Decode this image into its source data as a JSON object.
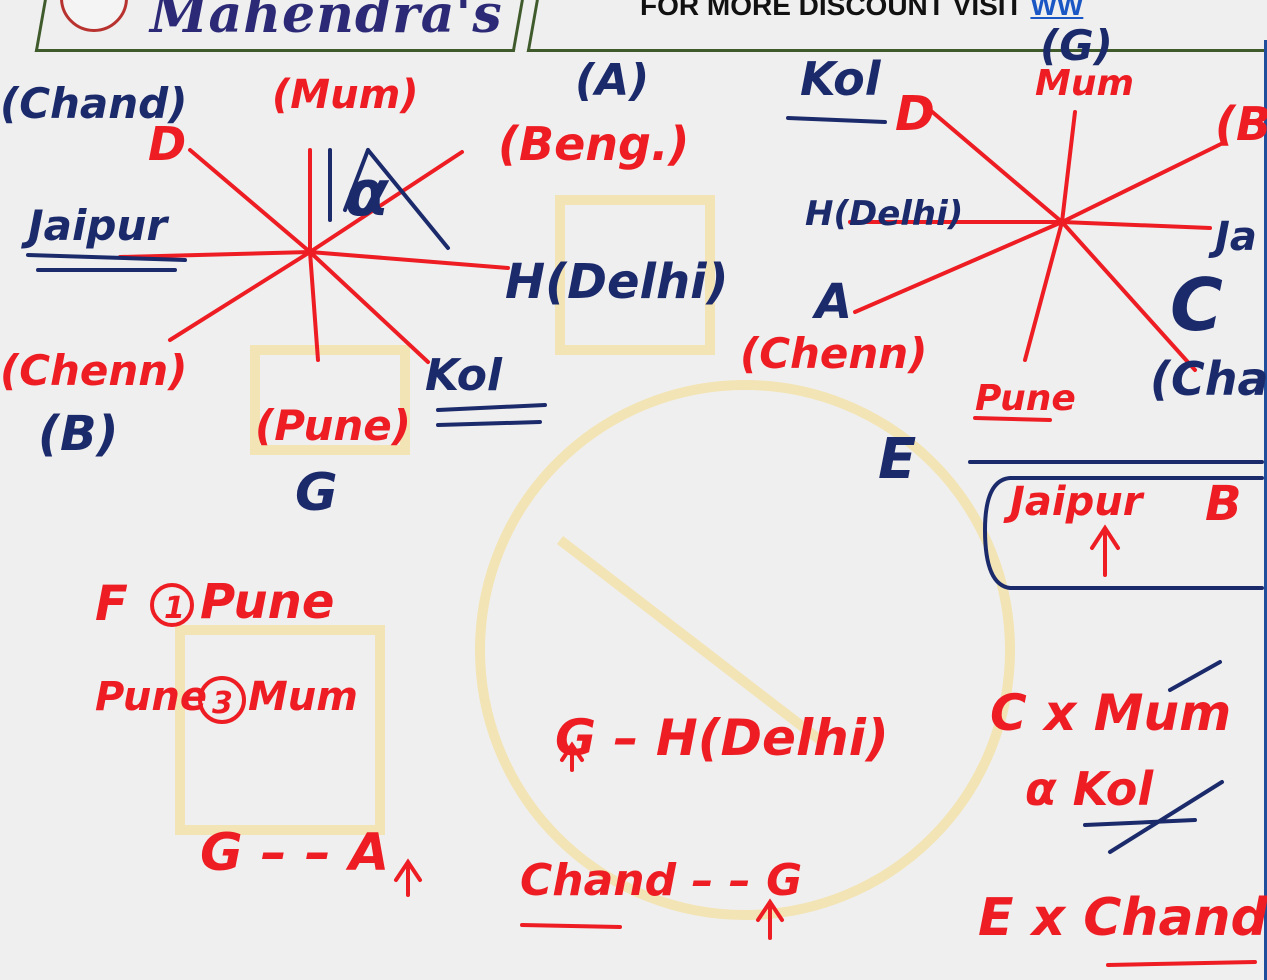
{
  "header": {
    "logo_text": "Mahendra's",
    "discount_text": "FOR MORE DISCOUNT VISIT ",
    "discount_link": "WW"
  },
  "left_diagram": {
    "top_left": "(Chand)",
    "top_left_marker": "D",
    "top": "(Mum)",
    "alpha": "α",
    "top_right_label": "(A)",
    "top_right": "(Beng.)",
    "left": "Jaipur",
    "right": "H(Delhi)",
    "bottom_left": "(Chenn)",
    "bottom_left_marker": "(B)",
    "bottom": "(Pune)",
    "bottom_marker": "G",
    "bottom_right": "Kol"
  },
  "right_diagram": {
    "top_left": "Kol",
    "top_left_marker": "D",
    "top_marker": "(G)",
    "top": "Mum",
    "left": "H(Delhi)",
    "left_marker": "A",
    "bottom_left": "(Chenn)",
    "right_marker": "C",
    "right": "(Cha",
    "right_edge": "Ja",
    "top_right_edge": "(B",
    "bottom": "Pune",
    "e_marker": "E",
    "bottom_row": "Jaipur",
    "bottom_row_marker": "B"
  },
  "notes": {
    "line1_a": "F",
    "line1_circle": "1",
    "line1_b": "Pune",
    "line2_a": "Pune",
    "line2_circle": "3",
    "line2_b": "Mum",
    "line3": "G – H(Delhi)",
    "line4": "G – – A",
    "line5": "Chand – – G",
    "right1": "C x Mum",
    "right2": "α Kol",
    "right3": "E x Chand"
  },
  "colors": {
    "red": "#ee1d23",
    "blue": "#1b2a6b",
    "frame": "#3f5a2b"
  }
}
